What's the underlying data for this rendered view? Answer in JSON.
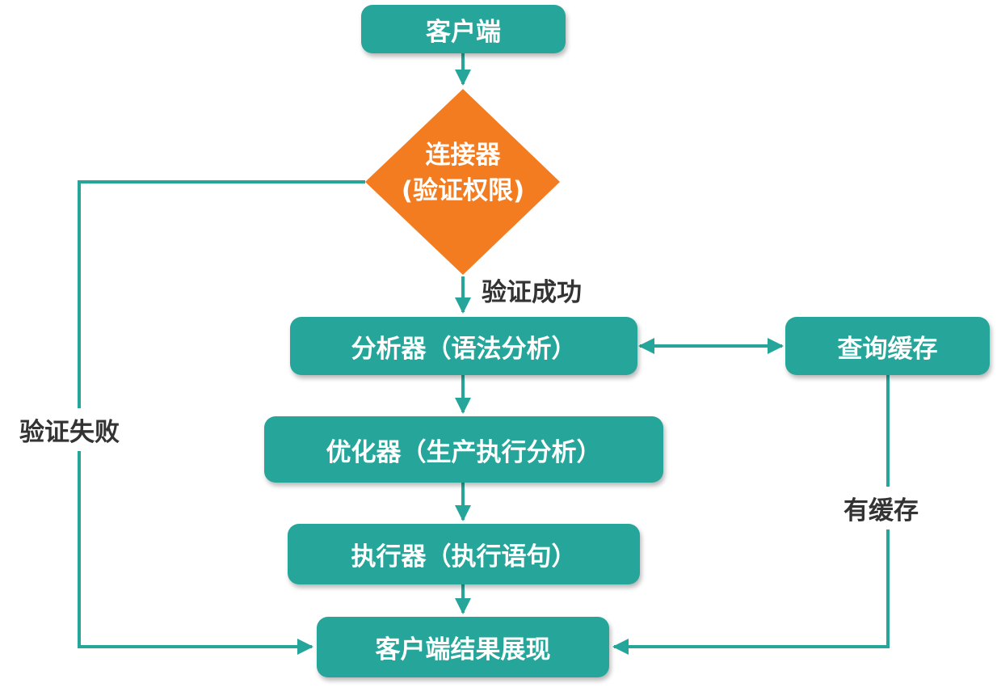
{
  "nodes": {
    "client": "客户端",
    "connector_line1": "连接器",
    "connector_line2": "(验证权限)",
    "analyzer": "分析器（语法分析）",
    "query_cache": "查询缓存",
    "optimizer": "优化器（生产执行分析）",
    "executor": "执行器（执行语句）",
    "result": "客户端结果展现"
  },
  "edge_labels": {
    "auth_success": "验证成功",
    "auth_failed": "验证失败",
    "has_cache": "有缓存"
  },
  "colors": {
    "node_fill": "#26a69a",
    "decision_fill": "#f47c20",
    "connector_line": "#26a69a",
    "label_text": "#333333"
  }
}
